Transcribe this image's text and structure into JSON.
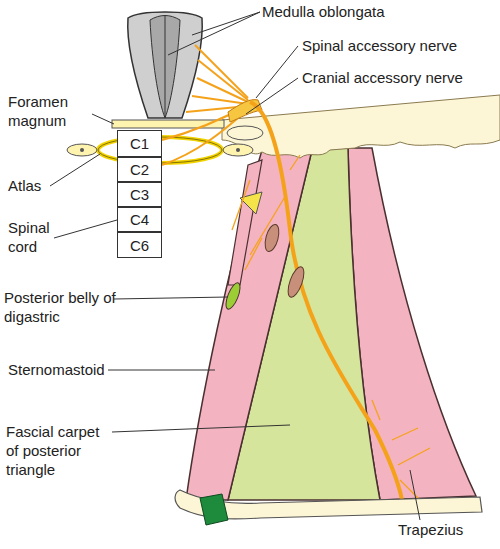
{
  "diagram": {
    "nodes": [
      {
        "text": [
          "C1"
        ]
      },
      {
        "text": [
          "C2"
        ]
      },
      {
        "text": [
          "C3"
        ]
      },
      {
        "text": [
          "C4"
        ]
      },
      {
        "text": [
          "C6"
        ]
      }
    ],
    "labels": [
      "Medulla oblongata",
      "Spinal accessory nerve",
      "Cranial accessory nerve",
      "Foramen magnum",
      "Atlas",
      "Spinal cord",
      "Posterior belly of digastric",
      "Sternomastoid",
      "Fascial carpet of posterior triangle",
      "Trapezius"
    ]
  }
}
